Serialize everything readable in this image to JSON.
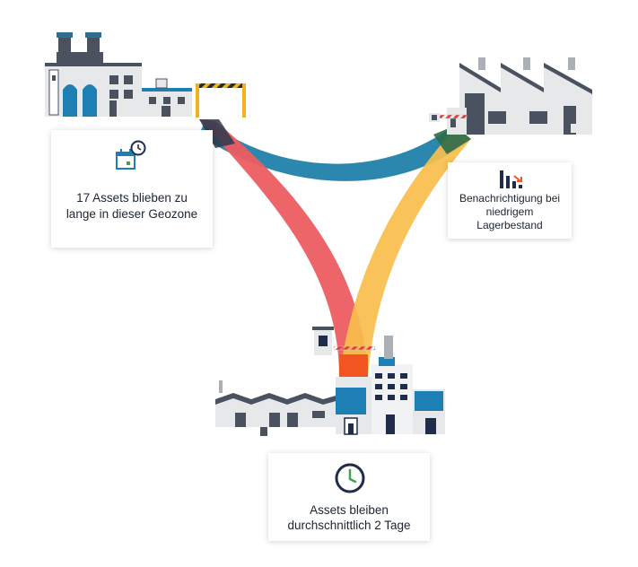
{
  "callouts": {
    "top_left": {
      "text": "17 Assets blieben zu\nlange in dieser Geozone",
      "icon": "calendar-clock-icon"
    },
    "right": {
      "text": "Benachrichtigung bei\nniedrigem\nLagerbestand",
      "icon": "low-stock-chart-icon"
    },
    "bottom": {
      "text": "Assets bleiben\ndurchschnittlich 2 Tage",
      "icon": "clock-icon"
    }
  },
  "colors": {
    "route_blue": "#2b87ad",
    "route_red": "#ec5c61",
    "route_yellow": "#f8be4c",
    "building_light": "#e6e8ea",
    "building_dark": "#4a5260",
    "accent_blue": "#1e7fb4",
    "navy": "#1f2d4a"
  }
}
